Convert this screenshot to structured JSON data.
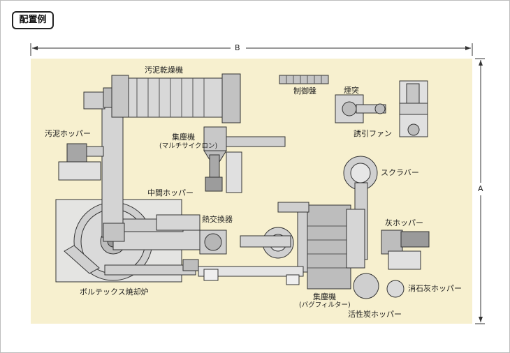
{
  "header": {
    "tag": "配置例"
  },
  "dimensions": {
    "width_label": "B",
    "height_label": "A"
  },
  "labels": {
    "sludge_dryer": "汚泥乾燥機",
    "control_panel": "制御盤",
    "chimney": "煙突",
    "dust_collector_multi": "集塵機",
    "dust_collector_multi_sub": "(マルチサイクロン)",
    "induced_fan": "誘引ファン",
    "sludge_hopper": "汚泥ホッパー",
    "scrubber": "スクラバー",
    "intermediate_hopper": "中間ホッパー",
    "heat_exchanger": "熱交換器",
    "ash_hopper": "灰ホッパー",
    "incinerator": "ボルテックス焼却炉",
    "dust_collector_bag": "集塵機",
    "dust_collector_bag_sub": "(バグフィルター)",
    "slaked_lime_hopper": "消石灰ホッパー",
    "activated_carbon_hopper": "活性炭ホッパー"
  },
  "colors": {
    "floor": "#f7f0cf",
    "equipment_fill": "#d6d6d6",
    "equipment_dark": "#9a9a9a",
    "outline": "#333333"
  }
}
